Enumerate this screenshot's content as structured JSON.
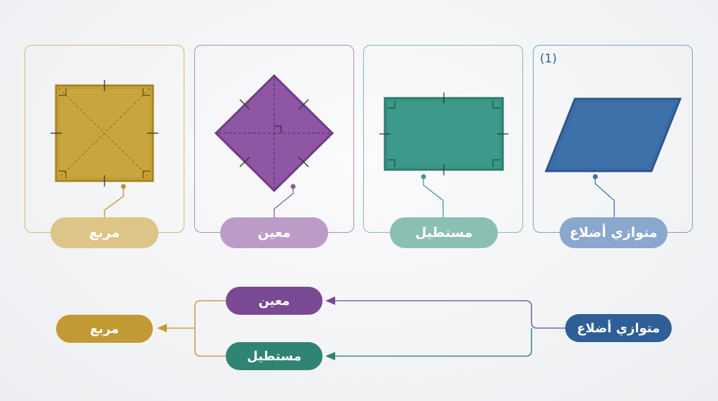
{
  "marker": "(1)",
  "shapes": [
    {
      "id": "square",
      "label": "مربع",
      "color": "#c9a53e",
      "pill": "#dcc586"
    },
    {
      "id": "rhombus",
      "label": "معين",
      "color": "#8e56a3",
      "pill": "#bc9cc7"
    },
    {
      "id": "rectangle",
      "label": "مستطيل",
      "color": "#3d9a8a",
      "pill": "#8cbfb3"
    },
    {
      "id": "parallelogram",
      "label": "متوازي أضلاع",
      "color": "#3e70aa",
      "pill": "#8aa7cd"
    }
  ],
  "hierarchy": {
    "root": "متوازي أضلاع",
    "branch_upper": "معين",
    "branch_lower": "مستطيل",
    "leaf": "مربع",
    "colors": {
      "root": "#2f5f97",
      "branch_upper": "#7a4993",
      "branch_lower": "#2f8474",
      "leaf": "#c29a33"
    }
  }
}
